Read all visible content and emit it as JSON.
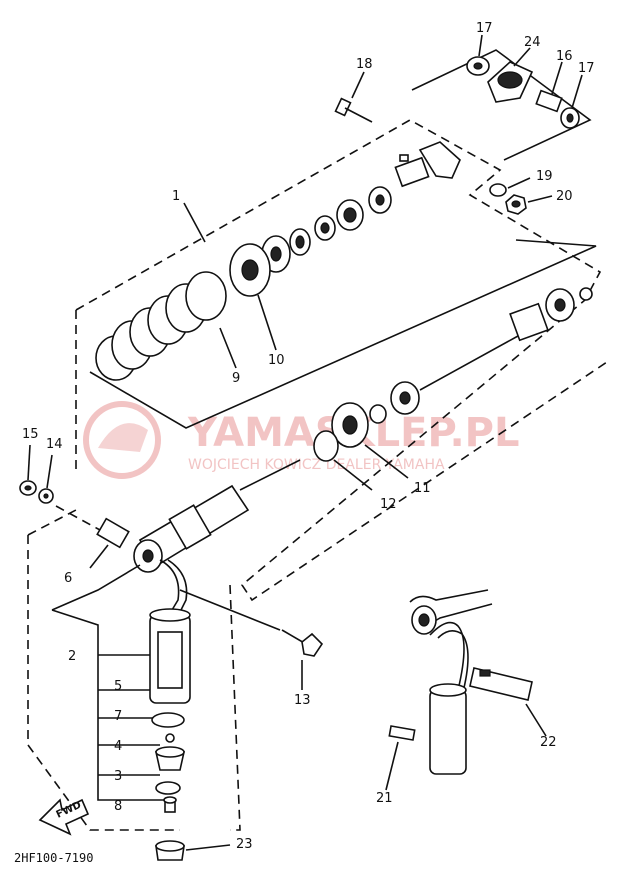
{
  "diagram": {
    "code": "2HF100-7190",
    "fwd_label": "FWD",
    "watermark": {
      "title": "YAMASKLEP.PL",
      "subtitle": "WOJCIECH KOWICZ DEALER YAMAHA"
    },
    "parts": [
      {
        "id": "17a",
        "label": "17"
      },
      {
        "id": "24",
        "label": "24"
      },
      {
        "id": "16",
        "label": "16"
      },
      {
        "id": "17b",
        "label": "17"
      },
      {
        "id": "18",
        "label": "18"
      },
      {
        "id": "19",
        "label": "19"
      },
      {
        "id": "20",
        "label": "20"
      },
      {
        "id": "1",
        "label": "1"
      },
      {
        "id": "10",
        "label": "10"
      },
      {
        "id": "9",
        "label": "9"
      },
      {
        "id": "15",
        "label": "15"
      },
      {
        "id": "14",
        "label": "14"
      },
      {
        "id": "12",
        "label": "12"
      },
      {
        "id": "11",
        "label": "11"
      },
      {
        "id": "6",
        "label": "6"
      },
      {
        "id": "2",
        "label": "2"
      },
      {
        "id": "13",
        "label": "13"
      },
      {
        "id": "5",
        "label": "5"
      },
      {
        "id": "7",
        "label": "7"
      },
      {
        "id": "4",
        "label": "4"
      },
      {
        "id": "3",
        "label": "3"
      },
      {
        "id": "8",
        "label": "8"
      },
      {
        "id": "22",
        "label": "22"
      },
      {
        "id": "21",
        "label": "21"
      },
      {
        "id": "23",
        "label": "23"
      }
    ]
  }
}
